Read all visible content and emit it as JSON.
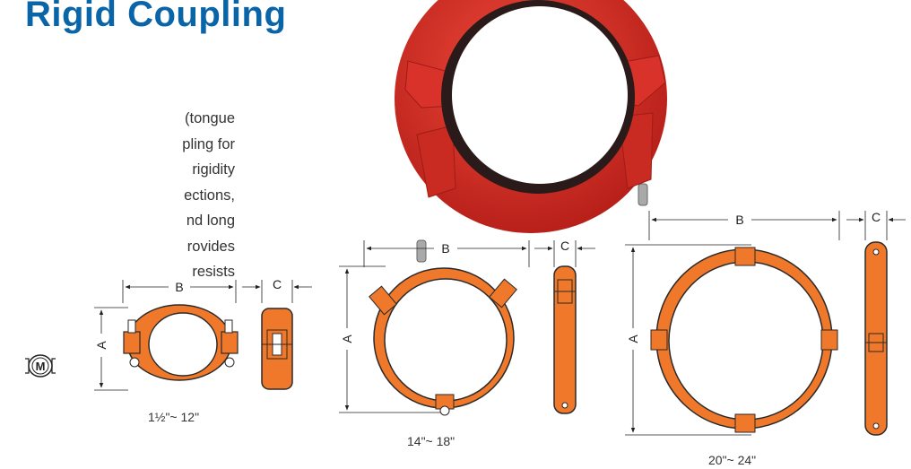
{
  "title": "Rigid Coupling",
  "description_lines": [
    "(tongue",
    "pling for",
    "rigidity",
    "ections,",
    "nd long",
    "rovides",
    "resists"
  ],
  "dimensions": {
    "a": "A",
    "b": "B",
    "c": "C"
  },
  "sizes": {
    "small": "1½\"~ 12\"",
    "medium": "14\"~ 18\"",
    "large": "20\"~ 24\""
  },
  "logo_letter": "M",
  "colors": {
    "title": "#0a64a8",
    "coupling_red": "#d8322a",
    "coupling_orange": "#f0782a",
    "outline": "#2a2a2a"
  }
}
